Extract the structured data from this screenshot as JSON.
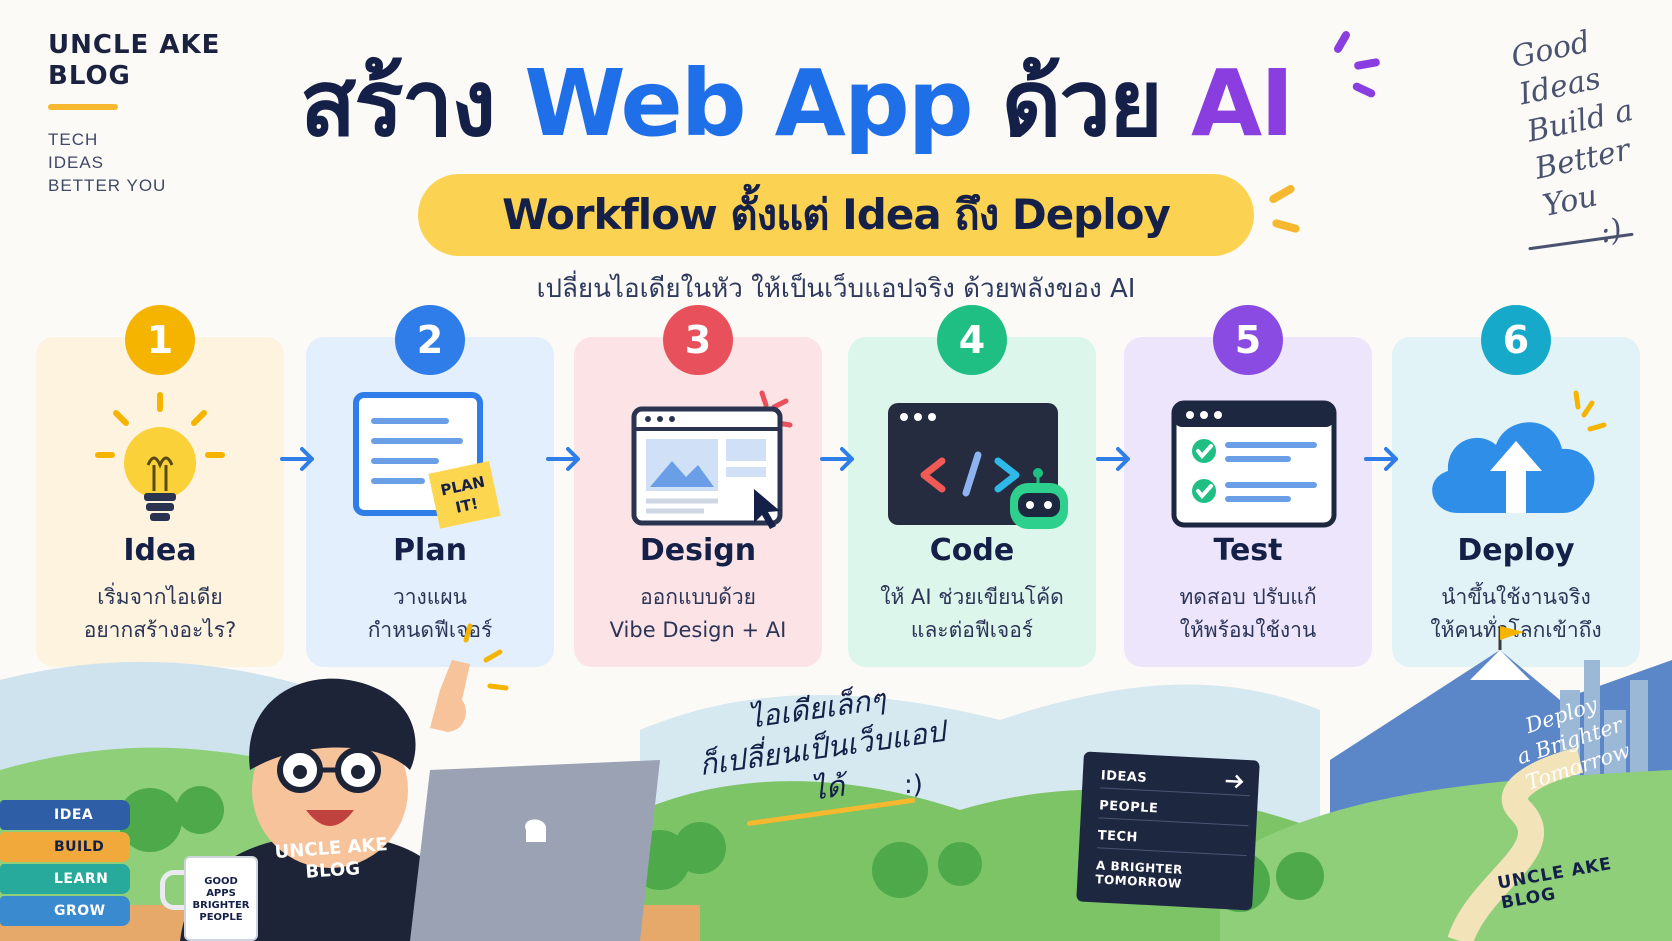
{
  "brand": {
    "name_line1": "UNCLE AKE",
    "name_line2": "BLOG",
    "tagline": [
      "TECH",
      "IDEAS",
      "BETTER YOU"
    ]
  },
  "headline": {
    "part1": "สร้าง",
    "part2": "Web App",
    "part3": "ด้วย",
    "part4": "AI"
  },
  "subtitle": "Workflow ตั้งแต่ Idea ถึง Deploy",
  "tagline": "เปลี่ยนไอเดียในหัว ให้เป็นเว็บแอปจริง ด้วยพลังของ AI",
  "corner_note": {
    "lines": [
      "Good",
      "Ideas",
      "Build a",
      "Better You",
      ":)"
    ]
  },
  "steps": [
    {
      "number": "1",
      "title": "Idea",
      "desc": [
        "เริ่มจากไอเดีย",
        "อยากสร้างอะไร?"
      ],
      "icon": "lightbulb-icon",
      "color": "#f5b400",
      "bg": "#fdf3de"
    },
    {
      "number": "2",
      "title": "Plan",
      "desc": [
        "วางแผน",
        "กำหนดฟีเจอร์"
      ],
      "icon": "plan-document-icon",
      "sticky": [
        "PLAN",
        "IT!"
      ],
      "color": "#2f7de8",
      "bg": "#e3effc"
    },
    {
      "number": "3",
      "title": "Design",
      "desc": [
        "ออกแบบด้วย",
        "Vibe Design + AI"
      ],
      "icon": "design-window-icon",
      "color": "#e8505b",
      "bg": "#fbe3e6"
    },
    {
      "number": "4",
      "title": "Code",
      "desc": [
        "ให้ AI ช่วยเขียนโค้ด",
        "และต่อฟีเจอร์"
      ],
      "icon": "code-editor-icon",
      "color": "#1fbf84",
      "bg": "#ddf6ec"
    },
    {
      "number": "5",
      "title": "Test",
      "desc": [
        "ทดสอบ ปรับแก้",
        "ให้พร้อมใช้งาน"
      ],
      "icon": "checklist-window-icon",
      "color": "#8a4be2",
      "bg": "#ece5fb"
    },
    {
      "number": "6",
      "title": "Deploy",
      "desc": [
        "นำขึ้นใช้งานจริง",
        "ให้คนทั่วโลกเข้าถึง"
      ],
      "icon": "cloud-upload-icon",
      "color": "#17a9c9",
      "bg": "#e1f3f6"
    }
  ],
  "hand_note": {
    "line1": "ไอเดียเล็กๆ",
    "line2": "ก็เปลี่ยนเป็นเว็บแอปได้",
    "smile": ":)"
  },
  "deploy_note": [
    "Deploy",
    "a Brighter",
    "Tomorrow"
  ],
  "signpost": [
    "IDEAS",
    "PEOPLE",
    "TECH",
    "A BRIGHTER TOMORROW"
  ],
  "books": [
    {
      "label": "IDEA",
      "color": "#2e5fa6"
    },
    {
      "label": "BUILD",
      "color": "#f2a93b"
    },
    {
      "label": "LEARN",
      "color": "#27a99c"
    },
    {
      "label": "GROW",
      "color": "#3a8ad0"
    }
  ],
  "mug": [
    "GOOD",
    "APPS",
    "BRIGHTER",
    "PEOPLE"
  ],
  "hoodie": [
    "UNCLE AKE",
    "BLOG"
  ],
  "footer_sign": "UNCLE AKE BLOG",
  "colors": {
    "navy": "#142048",
    "blue": "#1f6fe8",
    "purple": "#8a3ee0",
    "yellow": "#fcd253"
  }
}
